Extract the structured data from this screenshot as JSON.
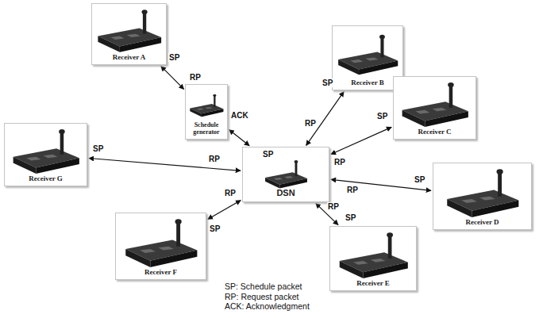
{
  "diagram": {
    "nodes": [
      {
        "text": [
          "Receiver A"
        ]
      },
      {
        "text": [
          "Receiver B"
        ]
      },
      {
        "text": [
          "Receiver C"
        ]
      },
      {
        "text": [
          "Schedule generator"
        ]
      },
      {
        "text": [
          "Receiver G"
        ]
      },
      {
        "text": [
          "DSN"
        ]
      },
      {
        "text": [
          "Receiver D"
        ]
      },
      {
        "text": [
          "Receiver F"
        ]
      },
      {
        "text": [
          "Receiver E"
        ]
      }
    ],
    "edges": [
      {
        "from": 0,
        "to": 3,
        "arrow": "both"
      },
      {
        "from": 3,
        "to": 5,
        "arrow": "both",
        "label": "ACK"
      },
      {
        "from": 1,
        "to": 5,
        "arrow": "both"
      },
      {
        "from": 2,
        "to": 5,
        "arrow": "both"
      },
      {
        "from": 4,
        "to": 5,
        "arrow": "both"
      },
      {
        "from": 6,
        "to": 5,
        "arrow": "both"
      },
      {
        "from": 7,
        "to": 5,
        "arrow": "both"
      },
      {
        "from": 8,
        "to": 5,
        "arrow": "both"
      }
    ],
    "labels": [
      "SP",
      "RP",
      "SP",
      "RP",
      "SP",
      "RP",
      "SP",
      "RP",
      "SP",
      "RP",
      "SP",
      "RP",
      "SP",
      "RP",
      "SP"
    ],
    "legend": [
      {
        "text": "SP: Schedule packet"
      },
      {
        "text": "RP: Request packet"
      },
      {
        "text": "ACK: Acknowledgment"
      }
    ]
  }
}
